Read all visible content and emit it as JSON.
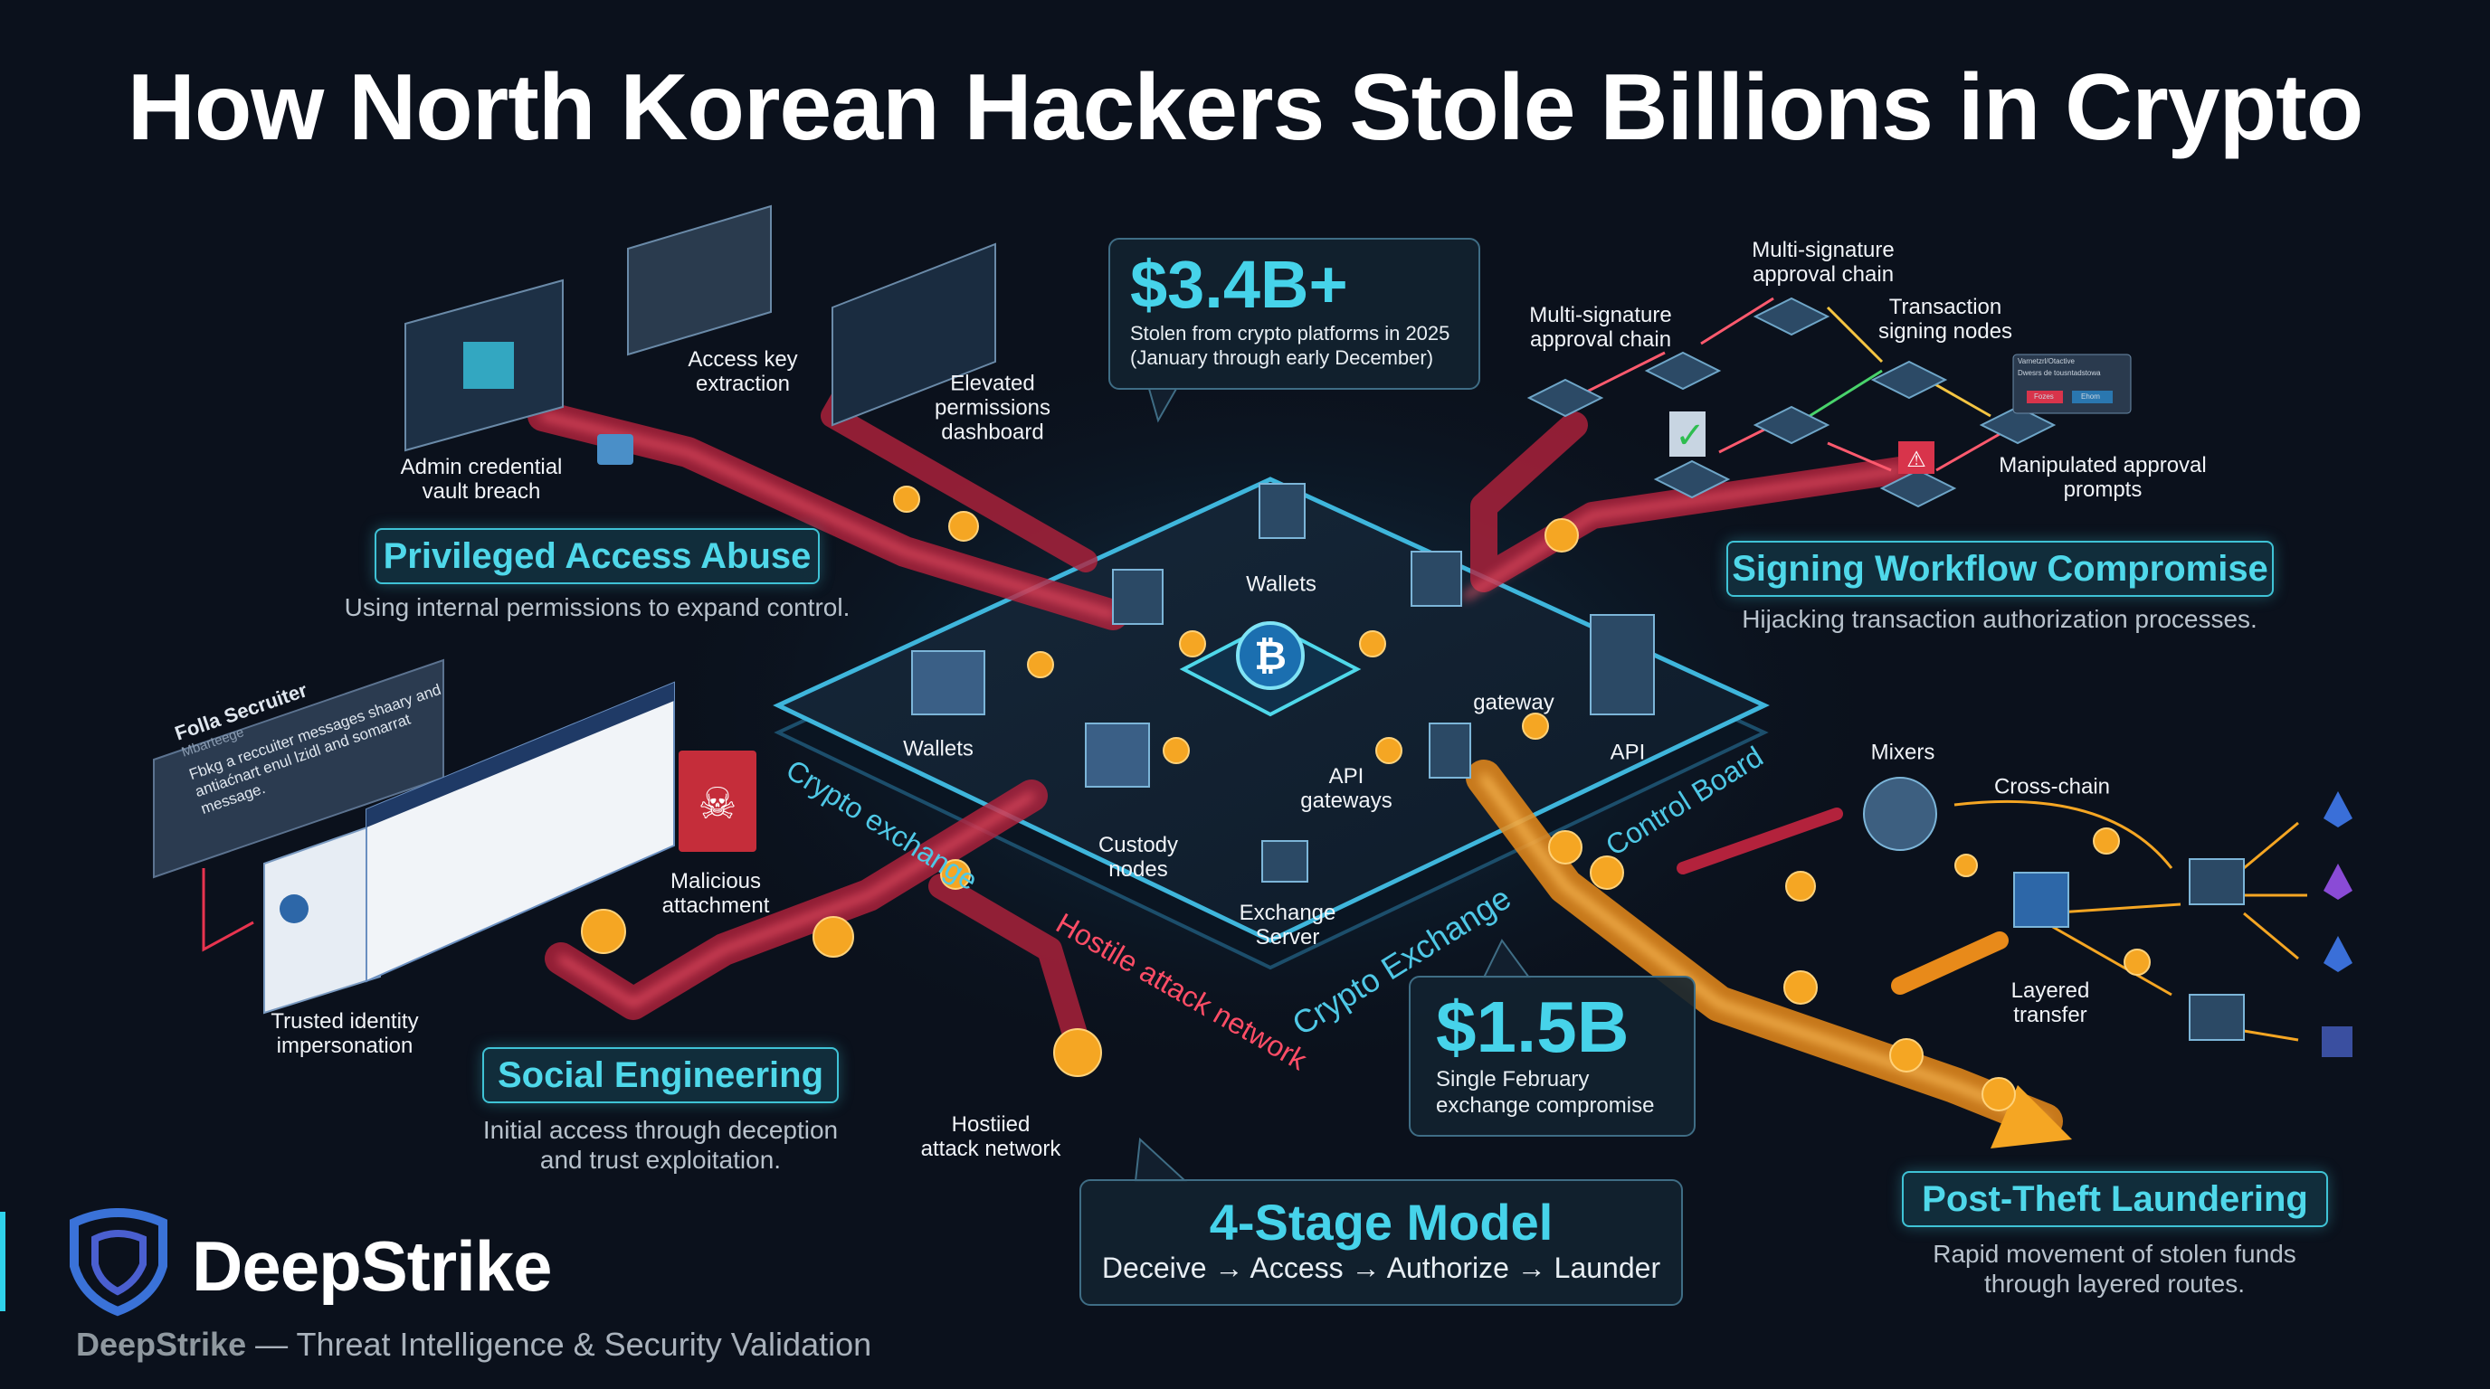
{
  "title": "How North Korean Hackers Stole Billions in Crypto",
  "stats": {
    "stolen_2025": {
      "value": "$3.4B+",
      "text": "Stolen from crypto platforms in 2025 (January through early December)"
    },
    "february": {
      "value": "$1.5B",
      "text_line1": "Single February",
      "text_line2": "exchange compromise"
    }
  },
  "model": {
    "title": "4-Stage Model",
    "steps": "Deceive → Access → Authorize → Launder"
  },
  "stages": {
    "privileged": {
      "title": "Privileged Access Abuse",
      "subtitle": "Using internal permissions to expand control."
    },
    "signing": {
      "title": "Signing Workflow Compromise",
      "subtitle": "Hijacking transaction authorization processes."
    },
    "social": {
      "title": "Social Engineering",
      "subtitle_line1": "Initial access through deception",
      "subtitle_line2": "and trust exploitation."
    },
    "laundering": {
      "title": "Post-Theft Laundering",
      "subtitle_line1": "Rapid movement of stolen funds",
      "subtitle_line2": "through layered routes."
    }
  },
  "labels": {
    "admin_vault": [
      "Admin credential",
      "vault breach"
    ],
    "access_key": [
      "Access key",
      "extraction"
    ],
    "elevated": [
      "Elevated",
      "permissions",
      "dashboard"
    ],
    "multisig_top": [
      "Multi-signature",
      "approval chain"
    ],
    "multisig_left": [
      "Multi-signature",
      "approval chain"
    ],
    "tx_signing": [
      "Transaction",
      "signing nodes"
    ],
    "manipulated": [
      "Manipulated approval",
      "prompts"
    ],
    "wallets_top": "Wallets",
    "wallets_left": "Wallets",
    "gateway": "gateway",
    "api": "API",
    "api_gateways": [
      "API",
      "gateways"
    ],
    "custody": [
      "Custody",
      "nodes"
    ],
    "exchange_server": [
      "Exchange",
      "Server"
    ],
    "mixers": "Mixers",
    "cross_chain": "Cross-chain",
    "layered": [
      "Layered",
      "transfer"
    ],
    "malicious": [
      "Malicious",
      "attachment"
    ],
    "trusted": [
      "Trusted identity",
      "impersonation"
    ],
    "hostile": [
      "Hostiied",
      "attack network"
    ]
  },
  "platform_edges": {
    "crypto_exchange_left": "Crypto exchange",
    "control_board": "Control Board",
    "hostile_network": "Hostile attack network",
    "crypto_exchange_bottom": "Crypto Exchange"
  },
  "recruiter_card": {
    "name": "Folla Secruiter",
    "role": "Mbarteege",
    "message": "Fbkg a reccuiter messages shaary and antiaćnart enul lzidl and somarrat message."
  },
  "approval_popup": {
    "title": "Varnetzrl/Otactive",
    "body": "Dwesrs de tousntadstowa",
    "btn_red": "Fozes",
    "btn_blue": "Ehom"
  },
  "brand": {
    "name": "DeepStrike",
    "tagline_brand": "DeepStrike",
    "tagline": "— Threat Intelligence & Security Validation"
  },
  "colors": {
    "background": "#0b111c",
    "accent": "#46d3ea",
    "attack": "#e8344f",
    "laundering": "#f5a623"
  }
}
